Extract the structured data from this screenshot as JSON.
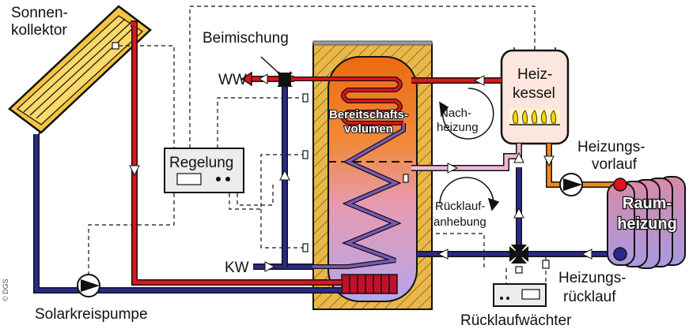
{
  "labels": {
    "collector_line1": "Sonnen-",
    "collector_line2": "kollektor",
    "mixing": "Beimischung",
    "ww": "WW",
    "kw": "KW",
    "controller": "Regelung",
    "standby_line1": "Bereitschafts-",
    "standby_line2": "volumen",
    "reheat_line1": "Nach-",
    "reheat_line2": "heizung",
    "boiler_line1": "Heiz-",
    "boiler_line2": "kessel",
    "supply_line1": "Heizungs-",
    "supply_line2": "vorlauf",
    "return_raise_line1": "Rücklauf-",
    "return_raise_line2": "anhebung",
    "room_line1": "Raum-",
    "room_line2": "heizung",
    "return_line1": "Heizungs-",
    "return_line2": "rücklauf",
    "return_monitor": "Rücklaufwächter",
    "solar_pump": "Solarkreispumpe",
    "copyright": "© DGS"
  },
  "colors": {
    "hot": "#e0141e",
    "cold": "#2a2a8c",
    "tank_top": "#f07a1e",
    "tank_bottom": "#b8a8e8",
    "insulation": "#e8b84a",
    "boiler_fill": "#fde6de",
    "flame": "#ffd400",
    "orange_pipe": "#f08a1e",
    "pink_pipe": "#f0b8d8"
  }
}
